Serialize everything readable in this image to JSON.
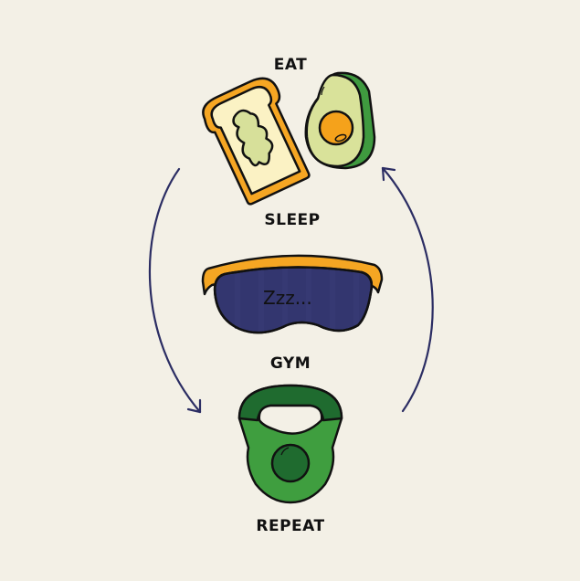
{
  "diagram": {
    "type": "cycle",
    "background": "#f3f0e6",
    "steps": [
      {
        "label": "EAT",
        "icon": "toast-and-avocado-icon"
      },
      {
        "label": "SLEEP",
        "icon": "sleep-mask-icon"
      },
      {
        "label": "GYM",
        "icon": "kettlebell-icon"
      },
      {
        "label": "REPEAT",
        "icon": null
      }
    ],
    "sleep_mask_text": "Zzz...",
    "arrows": [
      {
        "name": "left-arrow",
        "direction": "down",
        "color": "#2b2d63"
      },
      {
        "name": "right-arrow",
        "direction": "up",
        "color": "#2b2d63"
      }
    ],
    "colors": {
      "toast_crust": "#f5a623",
      "toast_bread": "#fbf2c4",
      "avocado_spread": "#d7e09a",
      "avocado_flesh": "#d9e29a",
      "avocado_skin": "#3f9a3f",
      "avocado_pit": "#f5a21b",
      "mask_body": "#33366f",
      "mask_strap": "#f5a623",
      "kettlebell_light": "#3f9e3f",
      "kettlebell_dark": "#1f6b2f",
      "outline": "#111111"
    }
  }
}
